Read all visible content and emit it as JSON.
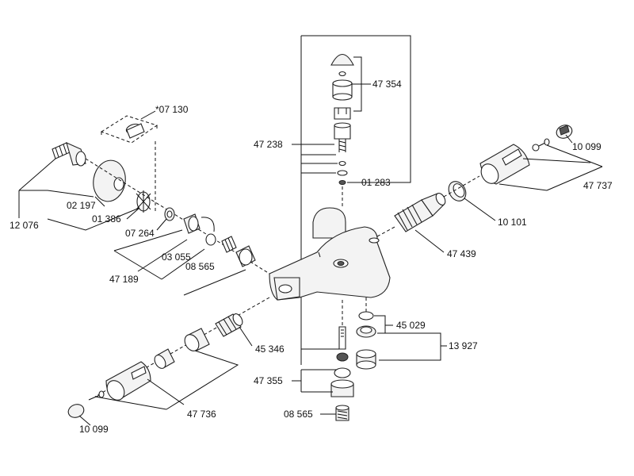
{
  "labels": {
    "p07130": "*07 130",
    "p02197": "02 197",
    "p12076": "12 076",
    "p01386": "01 386",
    "p07264": "07 264",
    "p03055": "03 055",
    "p47189": "47 189",
    "p08565a": "08 565",
    "p47354": "47 354",
    "p47238": "47 238",
    "p01283": "01 283",
    "p10099a": "10 099",
    "p47737": "47 737",
    "p10101": "10 101",
    "p47439": "47 439",
    "p45346": "45 346",
    "p45029": "45 029",
    "p13927": "13 927",
    "p47355": "47 355",
    "p08565b": "08 565",
    "p47736": "47 736",
    "p10099b": "10 099"
  }
}
